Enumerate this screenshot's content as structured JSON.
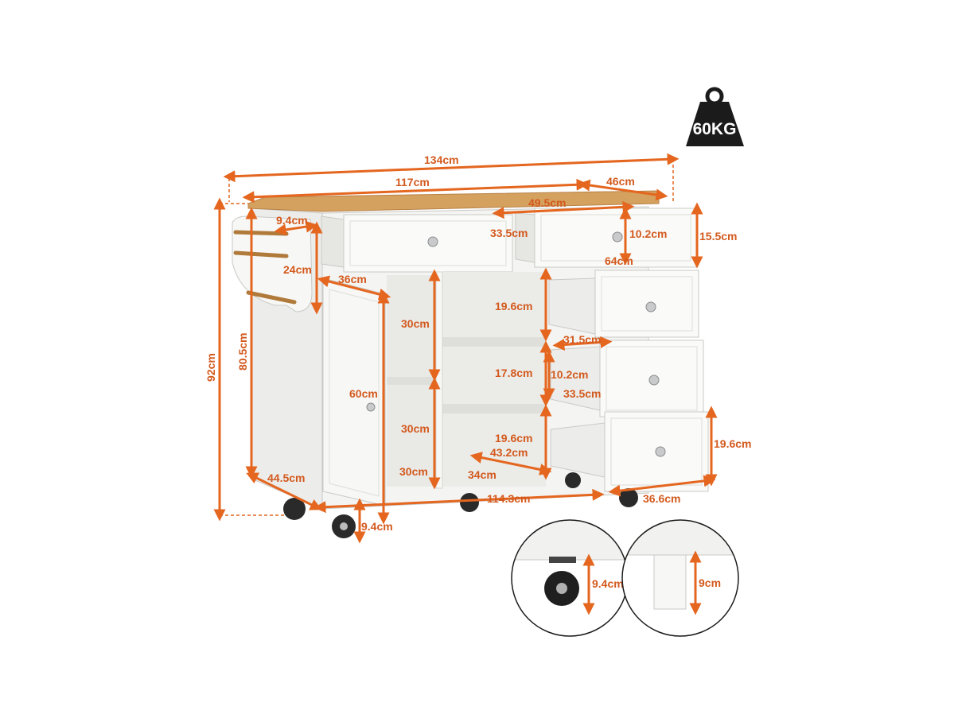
{
  "weight_badge": {
    "text": "60KG",
    "icon": "weight-icon",
    "color": "#1b1b1b"
  },
  "colors": {
    "dimension": "#e4661f",
    "cabinet": "#f3f3f1",
    "cabinet_edge": "#c9c9c6",
    "top": "#d4a15f",
    "handle": "#b07a3b"
  },
  "dimensions": {
    "total_width": "134cm",
    "top_width": "117cm",
    "side_depth": "46cm",
    "drawer_width_top": "49.5cm",
    "drawer_depth_a": "33.5cm",
    "drawer_height_a": "10.2cm",
    "drawer_front_height": "15.5cm",
    "drawer_width_64": "64cm",
    "rack_width": "9.4cm",
    "rack_height": "24cm",
    "door_width": "36cm",
    "total_height": "92cm",
    "body_height": "80.5cm",
    "shelf_height_top": "30cm",
    "shelf_height_bottom": "30cm",
    "door_height": "60cm",
    "compartment_19a": "19.6cm",
    "drawer_width_31": "31.5cm",
    "compartment_17": "17.8cm",
    "drawer_height_b": "10.2cm",
    "drawer_depth_b": "33.5cm",
    "compartment_19b": "19.6cm",
    "shelf_depth": "43.2cm",
    "inner_width_30": "30cm",
    "inner_width_34": "34cm",
    "base_width": "114.3cm",
    "depth": "44.5cm",
    "caster_height": "9.4cm",
    "drawer_depth_36": "36.6cm",
    "drawer_height_19": "19.6cm",
    "inset_caster": "9.4cm",
    "inset_leg": "9cm"
  }
}
